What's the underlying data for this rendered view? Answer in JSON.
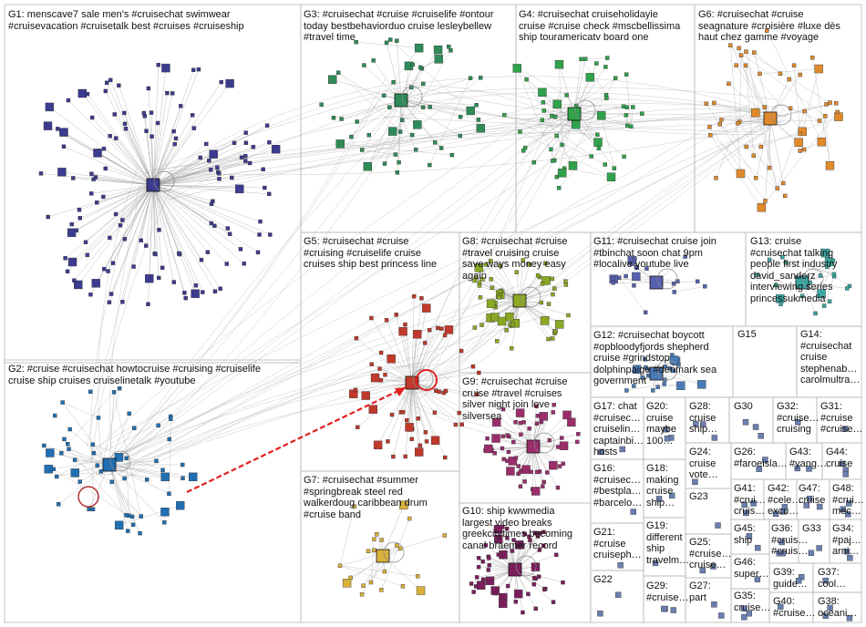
{
  "groups": [
    {
      "id": "g1",
      "lines": [
        "G1: menscave7 sale men's #cruisechat swimwear",
        "#cruisevacation #cruisetalk best #cruises #cruiseship"
      ]
    },
    {
      "id": "g2",
      "lines": [
        "G2: #cruise #cruisechat howtocruise #cruising #cruiselife",
        "cruise ship cruises cruiselinetalk #youtube"
      ]
    },
    {
      "id": "g3",
      "lines": [
        "G3: #cruisechat #cruise #cruiselife #ontour",
        "today bestbehaviorduo cruise lesleybellew",
        "#travel time"
      ]
    },
    {
      "id": "g4",
      "lines": [
        "G4: #cruisechat cruiseholidayie",
        "cruise #cruise check #mscbellissima",
        "ship touramericatv board one"
      ]
    },
    {
      "id": "g5",
      "lines": [
        "G5: #cruisechat #cruise",
        "#cruising #cruiselife cruise",
        "cruises ship best princess line"
      ]
    },
    {
      "id": "g6",
      "lines": [
        "G6: #cruisechat #cruise",
        "seagnature #croisière #luxe dès",
        "haut chez gamme #voyage"
      ]
    },
    {
      "id": "g7",
      "lines": [
        "G7: #cruisechat #summer",
        "#springbreak steel red",
        "walkerdoug caribbean drum",
        "#cruise band"
      ]
    },
    {
      "id": "g8",
      "lines": [
        "G8: #cruisechat #cruise",
        "#travel cruising cruise",
        "save ways money easy",
        "again"
      ]
    },
    {
      "id": "g9",
      "lines": [
        "G9: #cruisechat #cruise",
        "cruise #travel #cruises",
        "silver night join love",
        "silversea"
      ]
    },
    {
      "id": "g10",
      "lines": [
        "G10: ship kwwmedia",
        "largest video breaks",
        "greekcitytimes becoming",
        "canal braemer record"
      ]
    },
    {
      "id": "g11",
      "lines": [
        "G11: #cruisechat cruise join",
        "#tbinchat soon chat 9pm",
        "#localive youtube live"
      ]
    },
    {
      "id": "g12",
      "lines": [
        "G12: #cruisechat boycott",
        "#opbloodyfjords shepherd",
        "cruise #grindstop",
        "dolphinpaige #denmark sea",
        "government"
      ]
    },
    {
      "id": "g13",
      "lines": [
        "G13: cruise",
        "#cruisechat talking",
        "people first industry",
        "david_sanderz",
        "interviewing series",
        "princessukmedia"
      ]
    },
    {
      "id": "g14",
      "lines": [
        "G14:",
        "#cruisechat",
        "cruise",
        "stephenab…",
        "carolmultra…"
      ]
    },
    {
      "id": "g15",
      "lines": [
        "G15"
      ]
    },
    {
      "id": "g16",
      "lines": [
        "G16:",
        "#cruisec…",
        "#bestpla…",
        "#barcelo…"
      ]
    },
    {
      "id": "g17",
      "lines": [
        "G17: chat",
        "#cruisec…",
        "cruiselin…",
        "captainbi…",
        "hosts"
      ]
    },
    {
      "id": "g18",
      "lines": [
        "G18:",
        "making",
        "cruise",
        "ship…"
      ]
    },
    {
      "id": "g19",
      "lines": [
        "G19:",
        "different",
        "ship",
        "travelm…"
      ]
    },
    {
      "id": "g20",
      "lines": [
        "G20:",
        "cruise",
        "maybe",
        "100…"
      ]
    },
    {
      "id": "g21",
      "lines": [
        "G21:",
        "#cruise",
        "cruiseph…"
      ]
    },
    {
      "id": "g22",
      "lines": [
        "G22"
      ]
    },
    {
      "id": "g23",
      "lines": [
        "G23"
      ]
    },
    {
      "id": "g24",
      "lines": [
        "G24:",
        "cruise",
        "vote…"
      ]
    },
    {
      "id": "g25",
      "lines": [
        "G25:",
        "#cruise…",
        "cruise…"
      ]
    },
    {
      "id": "g26",
      "lines": [
        "G26:",
        "#faroeisla…"
      ]
    },
    {
      "id": "g27",
      "lines": [
        "G27:",
        "part"
      ]
    },
    {
      "id": "g28",
      "lines": [
        "G28:",
        "cruise",
        "ship…"
      ]
    },
    {
      "id": "g29",
      "lines": [
        "G29:",
        "#cruise…"
      ]
    },
    {
      "id": "g30",
      "lines": [
        "G30"
      ]
    },
    {
      "id": "g31",
      "lines": [
        "G31:",
        "#cruise",
        "#cruise…"
      ]
    },
    {
      "id": "g32",
      "lines": [
        "G32:",
        "#cruise…",
        "cruising"
      ]
    },
    {
      "id": "g33",
      "lines": [
        "G33"
      ]
    },
    {
      "id": "g34",
      "lines": [
        "G34:",
        "#paj…",
        "arni…"
      ]
    },
    {
      "id": "g35",
      "lines": [
        "G35:",
        "cruise…"
      ]
    },
    {
      "id": "g36",
      "lines": [
        "G36:",
        "#cruis…",
        "#cruis…"
      ]
    },
    {
      "id": "g37",
      "lines": [
        "G37:",
        "cool…"
      ]
    },
    {
      "id": "g38",
      "lines": [
        "G38:",
        "oceani…"
      ]
    },
    {
      "id": "g39",
      "lines": [
        "G39:",
        "guide…"
      ]
    },
    {
      "id": "g40",
      "lines": [
        "G40:",
        "#cruise…"
      ]
    },
    {
      "id": "g41",
      "lines": [
        "G41:",
        "#crui…",
        "cruis…"
      ]
    },
    {
      "id": "g42",
      "lines": [
        "G42:",
        "#cele…",
        "excu…"
      ]
    },
    {
      "id": "g43",
      "lines": [
        "G43:",
        "#yang…"
      ]
    },
    {
      "id": "g44",
      "lines": [
        "G44:",
        "cruise"
      ]
    },
    {
      "id": "g45",
      "lines": [
        "G45:",
        "ship"
      ]
    },
    {
      "id": "g46",
      "lines": [
        "G46:",
        "super…"
      ]
    },
    {
      "id": "g47",
      "lines": [
        "G47:",
        "cruise"
      ]
    },
    {
      "id": "g48",
      "lines": [
        "G48:",
        "#crui…",
        "mec…"
      ]
    }
  ],
  "colors": {
    "g1": "#3b3b8f",
    "g2": "#1f6fb2",
    "g3": "#2e8b57",
    "g4": "#2fa24a",
    "g5": "#c0392b",
    "g6": "#e08a2b",
    "g7": "#d9b13a",
    "g8": "#8aa823",
    "g9": "#9b2d6b",
    "g10": "#7a1f5c",
    "g11": "#5560b0",
    "g12": "#4a7bb7",
    "g13": "#3aa7a0",
    "edge": "#9a9a9a",
    "highlight": "#e02020",
    "frame": "#b8b8b8"
  }
}
